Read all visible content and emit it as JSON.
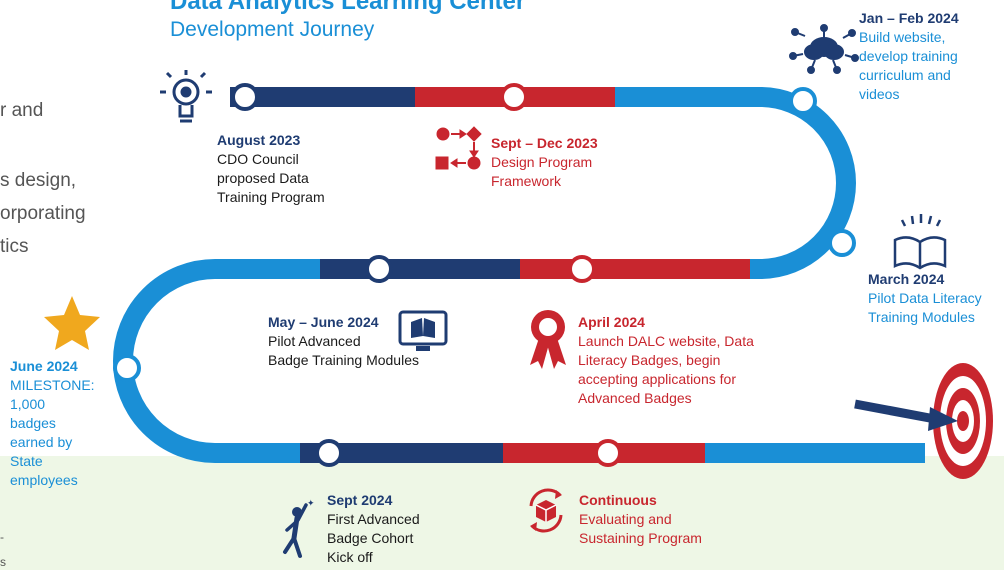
{
  "header": {
    "title": "Data Analytics Learning Center",
    "subtitle": "Development Journey"
  },
  "left_fragments": [
    "r and",
    "s design,",
    "orporating",
    "tics",
    "-",
    "s"
  ],
  "milestones": [
    {
      "date": "August 2023",
      "lines": [
        "CDO Council",
        "proposed Data",
        "Training Program"
      ]
    },
    {
      "date": "Sept – Dec 2023",
      "lines": [
        "Design Program",
        "Framework"
      ]
    },
    {
      "date": "Jan – Feb 2024",
      "lines": [
        "Build website,",
        "develop training",
        "curriculum and",
        "videos"
      ]
    },
    {
      "date": "March 2024",
      "lines": [
        "Pilot Data Literacy",
        "Training Modules"
      ]
    },
    {
      "date": "April 2024",
      "lines": [
        "Launch DALC website, Data",
        "Literacy Badges, begin",
        "accepting applications for",
        "Advanced Badges"
      ]
    },
    {
      "date": "May – June 2024",
      "lines": [
        "Pilot Advanced",
        "Badge Training Modules"
      ]
    },
    {
      "date": "June 2024",
      "lines": [
        "MILESTONE:",
        "1,000",
        "badges",
        "earned by",
        "State",
        "employees"
      ]
    },
    {
      "date": "Sept 2024",
      "lines": [
        "First Advanced",
        "Badge Cohort",
        "Kick off"
      ]
    },
    {
      "date": "Continuous",
      "lines": [
        "Evaluating and",
        "Sustaining Program"
      ]
    }
  ],
  "colors": {
    "navy": "#1f3c72",
    "red": "#c8262e",
    "light_blue": "#1a8fd6",
    "star": "#f0a81e",
    "background_band": "#eef7e6"
  },
  "icons": [
    "lightbulb-icon",
    "flow-process-icon",
    "cloud-network-icon",
    "open-book-icon",
    "award-ribbon-icon",
    "computer-book-icon",
    "star-icon",
    "person-reaching-star-icon",
    "cycle-box-icon",
    "target-arrow-icon"
  ]
}
